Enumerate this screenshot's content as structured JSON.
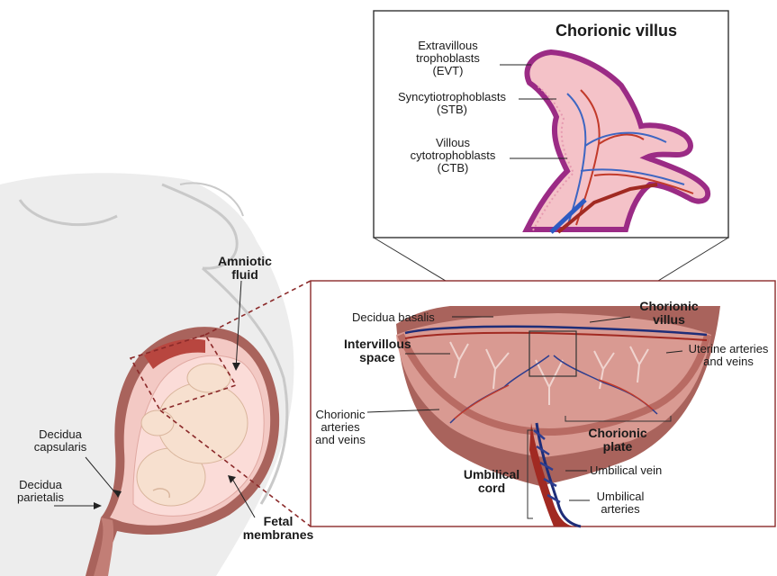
{
  "colors": {
    "skin": "#ededed",
    "body_outline": "#c9c9c9",
    "uterus": "#f3c9c4",
    "decidua": "#a9635c",
    "placenta": "#d99a92",
    "villus_border": "#9b2b85",
    "villus_fill": "#f4c2c8",
    "artery": "#c23a2a",
    "vein": "#2d3d8f",
    "dashed": "#8b2a2a",
    "fetus": "#f7e0cf"
  },
  "labels": {
    "title_villus": "Chorionic villus",
    "evt": "Extravillous\ntrophoblasts\n(EVT)",
    "stb": "Syncytiotrophoblasts\n(STB)",
    "ctb": "Villous\ncytotrophoblasts\n(CTB)",
    "amniotic": "Amniotic\nfluid",
    "decidua_capsularis": "Decidua\ncapsularis",
    "decidua_parietalis": "Decidua\nparietalis",
    "fetal_membranes": "Fetal\nmembranes",
    "decidua_basalis": "Decidua basalis",
    "intervillous": "Intervillous\nspace",
    "chorionic_villus": "Chorionic\nvillus",
    "uterine": "Uterine arteries\nand veins",
    "chorionic_arteries": "Chorionic\narteries\nand veins",
    "chorionic_plate": "Chorionic\nplate",
    "umbilical_vein": "Umbilical vein",
    "umbilical_cord": "Umbilical\ncord",
    "umbilical_arteries": "Umbilical\narteries"
  }
}
